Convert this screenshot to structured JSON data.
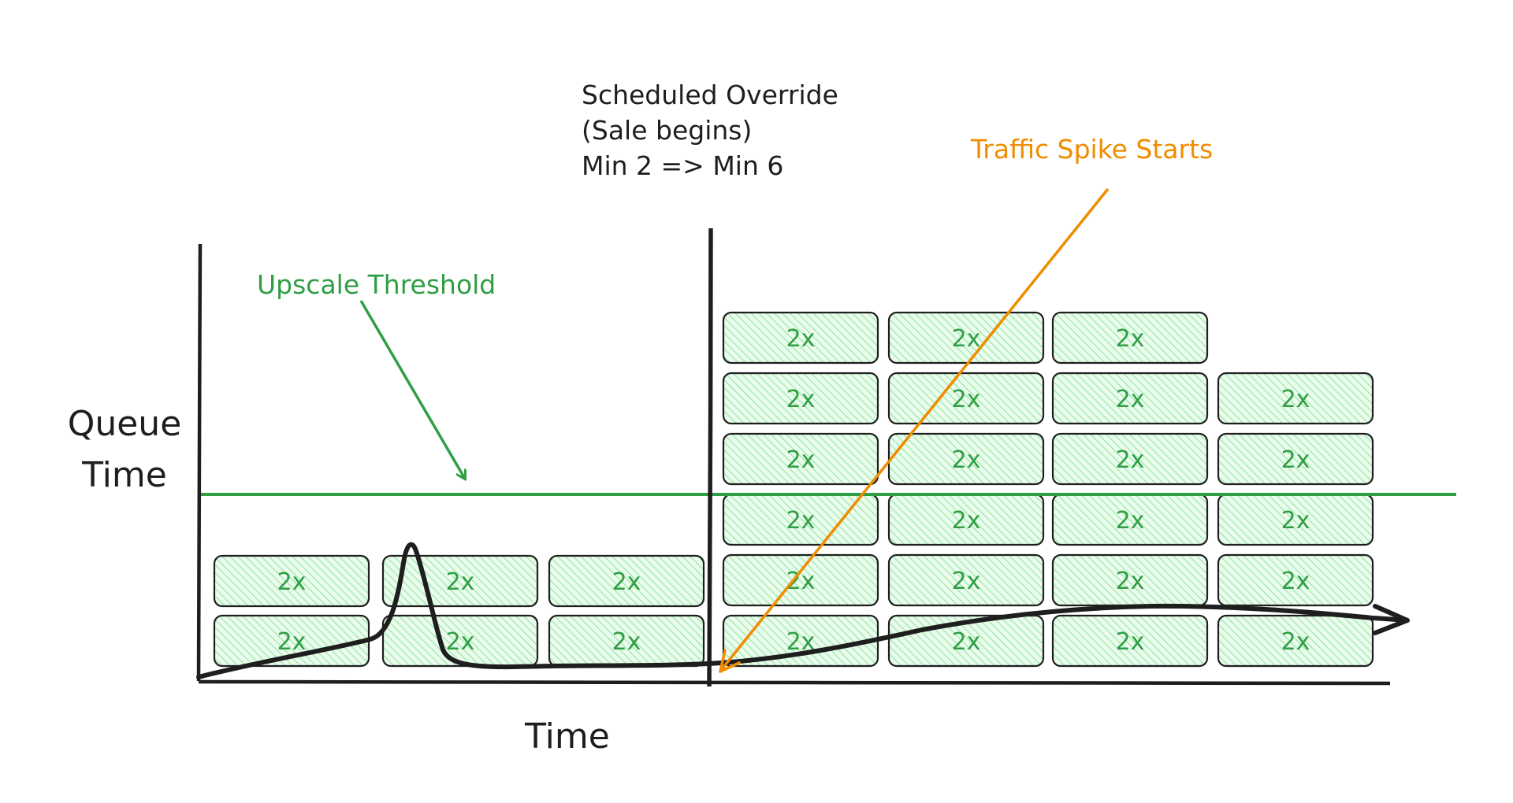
{
  "annotations": {
    "override_line1": "Scheduled Override",
    "override_line2": "(Sale begins)",
    "override_line3": "Min 2 => Min 6",
    "traffic_spike": "Traffic Spike Starts",
    "threshold": "Upscale Threshold"
  },
  "axes": {
    "y_line1": "Queue",
    "y_line2": "Time",
    "x": "Time"
  },
  "block_label": "2x",
  "colors": {
    "ink": "#1e1e1e",
    "green": "#2f9e44",
    "green_fill": "#b2f2bb",
    "orange": "#f08c00"
  },
  "before_override": {
    "columns": 3,
    "rows": 2
  },
  "after_override": {
    "column_heights": [
      6,
      6,
      6,
      5
    ]
  }
}
